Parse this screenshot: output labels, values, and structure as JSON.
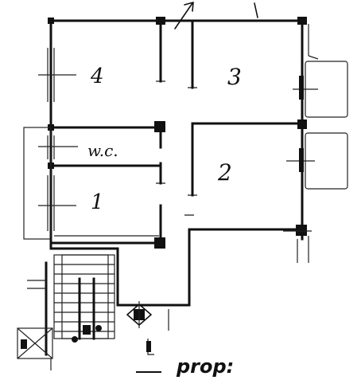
{
  "rooms": [
    {
      "id": "room-4",
      "label": "4"
    },
    {
      "id": "room-3",
      "label": "3"
    },
    {
      "id": "room-2",
      "label": "2"
    },
    {
      "id": "room-1",
      "label": "1"
    },
    {
      "id": "room-wc",
      "label": "w.c."
    }
  ],
  "caption": "prop:"
}
